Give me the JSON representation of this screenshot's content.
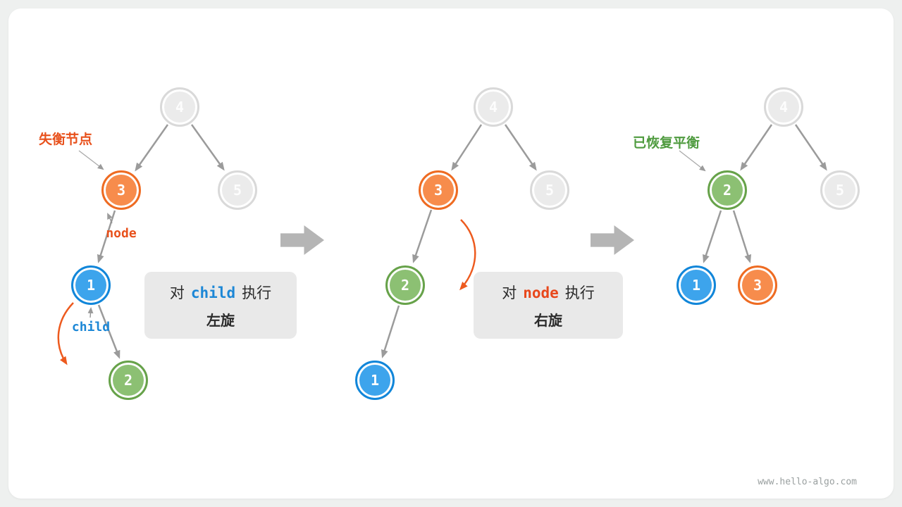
{
  "watermark": "www.hello-algo.com",
  "annotations": {
    "unbalanced_label": "失衡节点",
    "restored_label": "已恢复平衡",
    "node_pointer_label": "node",
    "child_pointer_label": "child"
  },
  "captions": [
    {
      "prefix": "对",
      "keyword": "child",
      "suffix": "执行",
      "action": "左旋"
    },
    {
      "prefix": "对",
      "keyword": "node",
      "suffix": "执行",
      "action": "右旋"
    }
  ],
  "trees": [
    {
      "name": "before-left-rotation",
      "nodes": [
        {
          "value": "4",
          "color": "gray"
        },
        {
          "value": "3",
          "color": "orange"
        },
        {
          "value": "5",
          "color": "gray"
        },
        {
          "value": "1",
          "color": "blue"
        },
        {
          "value": "2",
          "color": "green"
        }
      ]
    },
    {
      "name": "after-left-rotation",
      "nodes": [
        {
          "value": "4",
          "color": "gray"
        },
        {
          "value": "3",
          "color": "orange"
        },
        {
          "value": "5",
          "color": "gray"
        },
        {
          "value": "2",
          "color": "green"
        },
        {
          "value": "1",
          "color": "blue"
        }
      ]
    },
    {
      "name": "after-right-rotation",
      "nodes": [
        {
          "value": "4",
          "color": "gray"
        },
        {
          "value": "2",
          "color": "green"
        },
        {
          "value": "5",
          "color": "gray"
        },
        {
          "value": "1",
          "color": "blue"
        },
        {
          "value": "3",
          "color": "orange"
        }
      ]
    }
  ],
  "colors": {
    "orange_fill": "#f78c4c",
    "orange_border": "#ee6b22",
    "blue_fill": "#3da4ec",
    "blue_border": "#1186d9",
    "green_fill": "#8cc073",
    "green_border": "#67a24a",
    "gray_fill": "#ebebeb",
    "gray_border": "#d9d9d9",
    "keyword_blue": "#1c87d6",
    "keyword_red": "#e8481c",
    "label_orange": "#e8511c",
    "label_green": "#4f9b3f",
    "edge_gray": "#9b9b9b",
    "rotation_arrow_orange": "#ed5a1e"
  }
}
